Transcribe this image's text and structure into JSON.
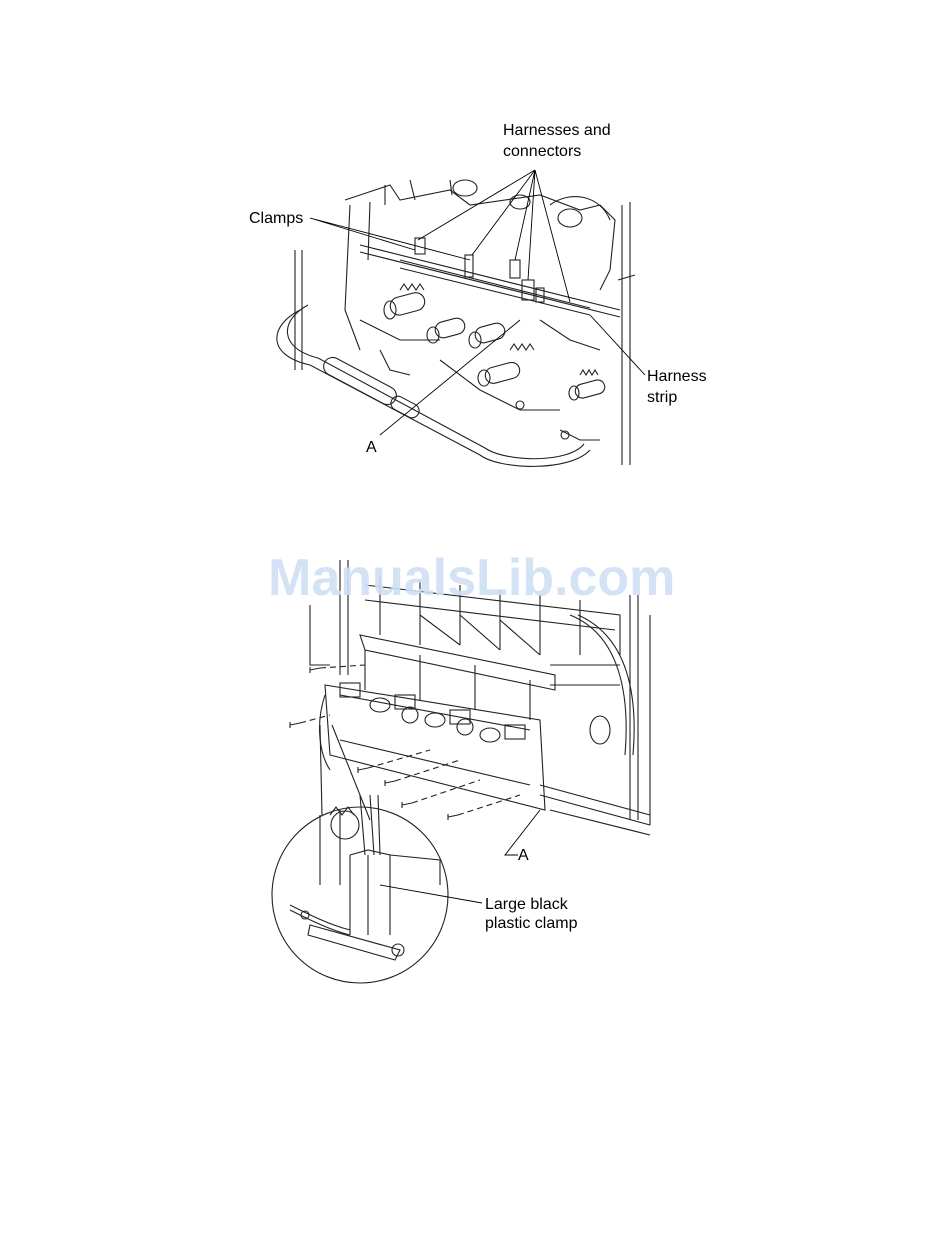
{
  "figure1": {
    "labels": {
      "harnesses_line1": "Harnesses and",
      "harnesses_line2": "connectors",
      "clamps": "Clamps",
      "harness_strip_line1": "Harness",
      "harness_strip_line2": "strip",
      "a": "A"
    }
  },
  "figure2": {
    "labels": {
      "a": "A",
      "clamp_line1": "Large black",
      "clamp_line2": "plastic clamp"
    }
  },
  "watermark": "ManualsLib.com"
}
